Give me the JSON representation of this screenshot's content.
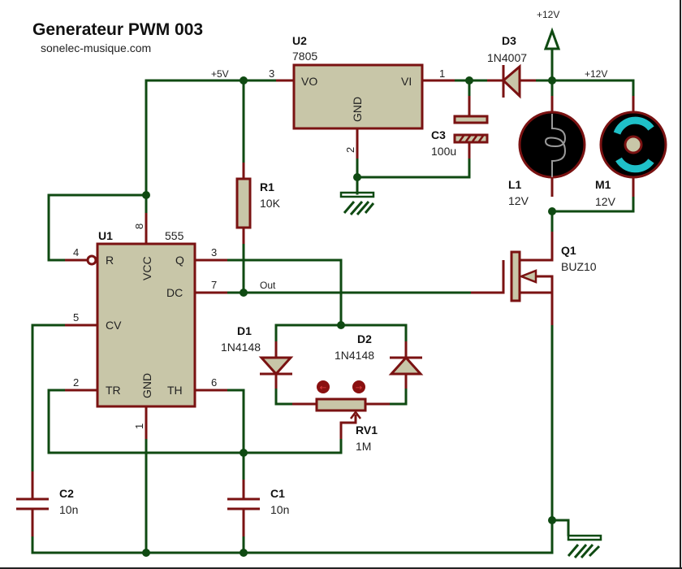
{
  "header": {
    "title": "Generateur PWM 003",
    "subtitle": "sonelec-musique.com"
  },
  "colors": {
    "wire": "#0f4a12",
    "component_lead": "#7a1212",
    "component_body": "#c8c6a8",
    "motor_accent": "#1fc0c8",
    "lamp_body": "#000000"
  },
  "nets": {
    "v5": "+5V",
    "v12_top": "+12V",
    "v12_bus": "+12V",
    "out": "Out"
  },
  "components": {
    "u1": {
      "ref": "U1",
      "value": "555",
      "pins": {
        "r": {
          "num": "4",
          "name": "R"
        },
        "vcc": {
          "num": "8",
          "name": "VCC"
        },
        "q": {
          "num": "3",
          "name": "Q"
        },
        "dc": {
          "num": "7",
          "name": "DC"
        },
        "cv": {
          "num": "5",
          "name": "CV"
        },
        "tr": {
          "num": "2",
          "name": "TR"
        },
        "gnd": {
          "num": "1",
          "name": "GND"
        },
        "th": {
          "num": "6",
          "name": "TH"
        }
      }
    },
    "u2": {
      "ref": "U2",
      "value": "7805",
      "pins": {
        "vo": {
          "num": "3",
          "name": "VO"
        },
        "vi": {
          "num": "1",
          "name": "VI"
        },
        "gnd": {
          "num": "2",
          "name": "GND"
        }
      }
    },
    "r1": {
      "ref": "R1",
      "value": "10K"
    },
    "c1": {
      "ref": "C1",
      "value": "10n"
    },
    "c2": {
      "ref": "C2",
      "value": "10n"
    },
    "c3": {
      "ref": "C3",
      "value": "100u"
    },
    "d1": {
      "ref": "D1",
      "value": "1N4148"
    },
    "d2": {
      "ref": "D2",
      "value": "1N4148"
    },
    "d3": {
      "ref": "D3",
      "value": "1N4007"
    },
    "rv1": {
      "ref": "RV1",
      "value": "1M",
      "arrows": [
        "←",
        "→"
      ]
    },
    "l1": {
      "ref": "L1",
      "value": "12V"
    },
    "m1": {
      "ref": "M1",
      "value": "12V"
    },
    "q1": {
      "ref": "Q1",
      "value": "BUZ10"
    }
  }
}
